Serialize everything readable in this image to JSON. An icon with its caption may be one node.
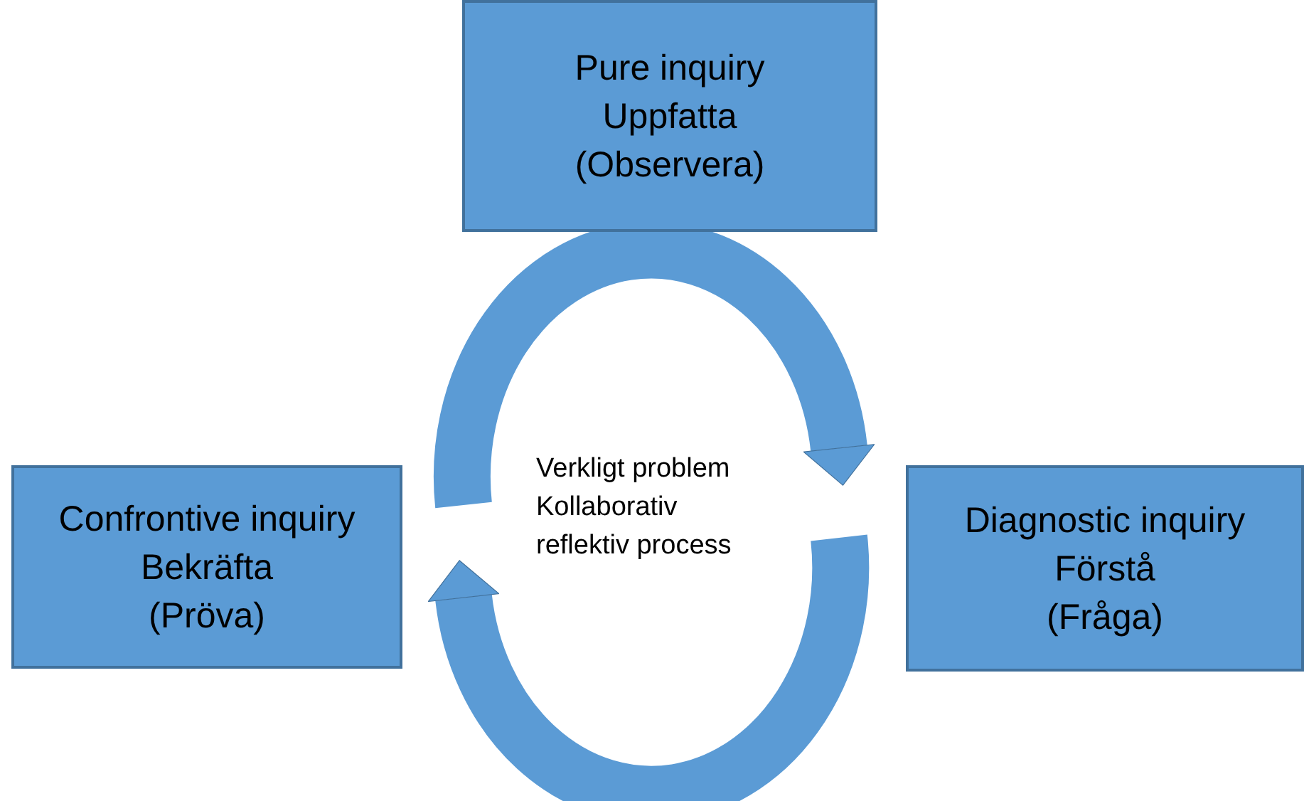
{
  "diagram": {
    "nodes": [
      {
        "text": [
          "Pure inquiry",
          "Uppfatta",
          "(Observera)"
        ]
      },
      {
        "text": [
          "Confrontive inquiry",
          "Bekräfta",
          "(Pröva)"
        ]
      },
      {
        "text": [
          "Diagnostic inquiry",
          "Förstå",
          "(Fråga)"
        ]
      }
    ],
    "edges": [
      {
        "from": 1,
        "to": 2,
        "arrow": "to"
      },
      {
        "from": 2,
        "to": 1,
        "arrow": "to"
      }
    ],
    "labels": [
      "Verkligt problem",
      "Kollaborativ",
      "reflektiv process"
    ]
  }
}
